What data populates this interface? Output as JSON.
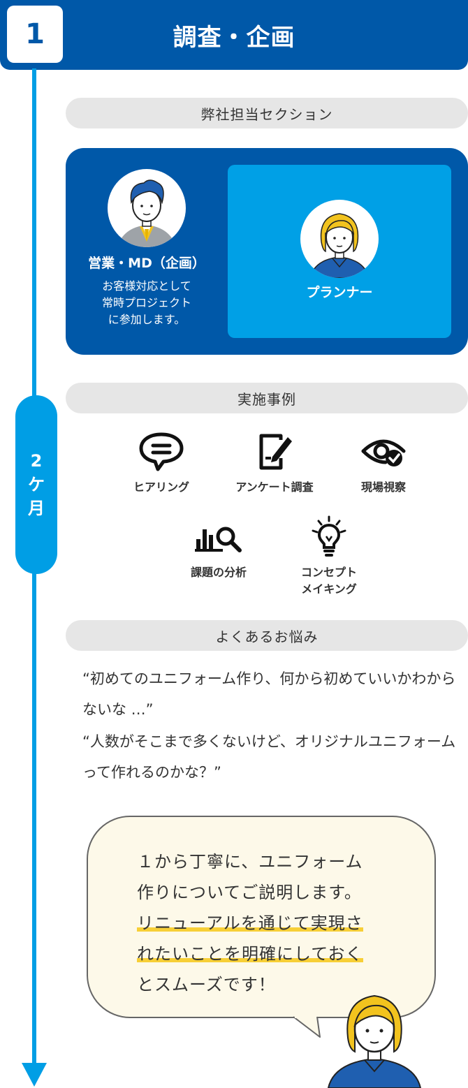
{
  "header": {
    "step_number": "1",
    "title": "調査・企画"
  },
  "timeline": {
    "duration_number": "2",
    "duration_unit_1": "ケ",
    "duration_unit_2": "月"
  },
  "team_section": {
    "label": "弊社担当セクション",
    "sales": {
      "title": "営業・MD（企画）",
      "description": "お客様対応として\n常時プロジェクト\nに参加します。"
    },
    "planner": {
      "title": "プランナー"
    }
  },
  "examples_section": {
    "label": "実施事例",
    "items": [
      {
        "icon": "speech-bubble-icon",
        "label": "ヒアリング"
      },
      {
        "icon": "survey-pen-icon",
        "label": "アンケート調査"
      },
      {
        "icon": "eye-check-icon",
        "label": "現場視察"
      },
      {
        "icon": "chart-search-icon",
        "label": "課題の分析"
      },
      {
        "icon": "lightbulb-icon",
        "label": "コンセプト\nメイキング"
      }
    ]
  },
  "worries_section": {
    "label": "よくあるお悩み",
    "quotes": [
      "“初めてのユニフォーム作り、何から初めていいかわからないな …”",
      "“人数がそこまで多くないけど、オリジナルユニフォームって作れるのかな？”"
    ]
  },
  "speech": {
    "line1": "１から丁寧に、ユニフォーム",
    "line2": "作りについてご説明します。",
    "line3": "リニューアルを通じて実現さ",
    "line4": "れたいことを明確にしておく",
    "line5": "とスムーズです！"
  },
  "colors": {
    "primary": "#0058a8",
    "accent": "#009ee5",
    "planner": "#00a0e6",
    "highlight": "#f7cf37",
    "bubble": "#fdf9e9"
  }
}
